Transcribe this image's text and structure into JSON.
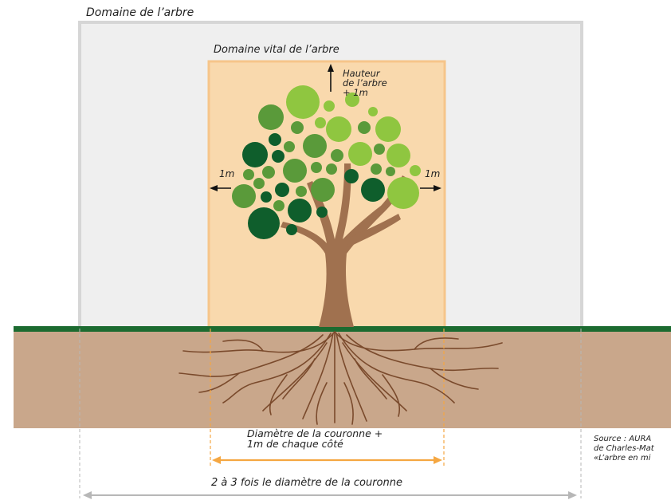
{
  "labels": {
    "tree_domain": "Domaine de l’arbre",
    "vital_domain": "Domaine vital de l’arbre",
    "height_line1": "Hauteur",
    "height_line2": "de l’arbre",
    "height_line3": "+ 1m",
    "left_margin": "1m",
    "right_margin": "1m",
    "crown_line1": "Diamètre de la couronne +",
    "crown_line2": "1m de chaque côté",
    "domain_width": "2 à 3 fois le diamètre de la couronne",
    "source_line1": "Source : AURA",
    "source_line2": "de Charles-Mat",
    "source_line3": "«L’arbre en mi"
  },
  "colors": {
    "tree_domain_fill": "#efefef",
    "tree_domain_border": "#d6d6d6",
    "vital_domain_fill": "#f9d9ad",
    "vital_domain_border": "#f6c58a",
    "ground": "#c9a78b",
    "grass": "#1c6b30",
    "trunk": "#a0714f",
    "dark_green": "#0f5e2c",
    "mid_green": "#5a9a3a",
    "light_green": "#8fc640",
    "orange_arrow": "#f5a742",
    "grey_arrow": "#b7b7b7"
  }
}
